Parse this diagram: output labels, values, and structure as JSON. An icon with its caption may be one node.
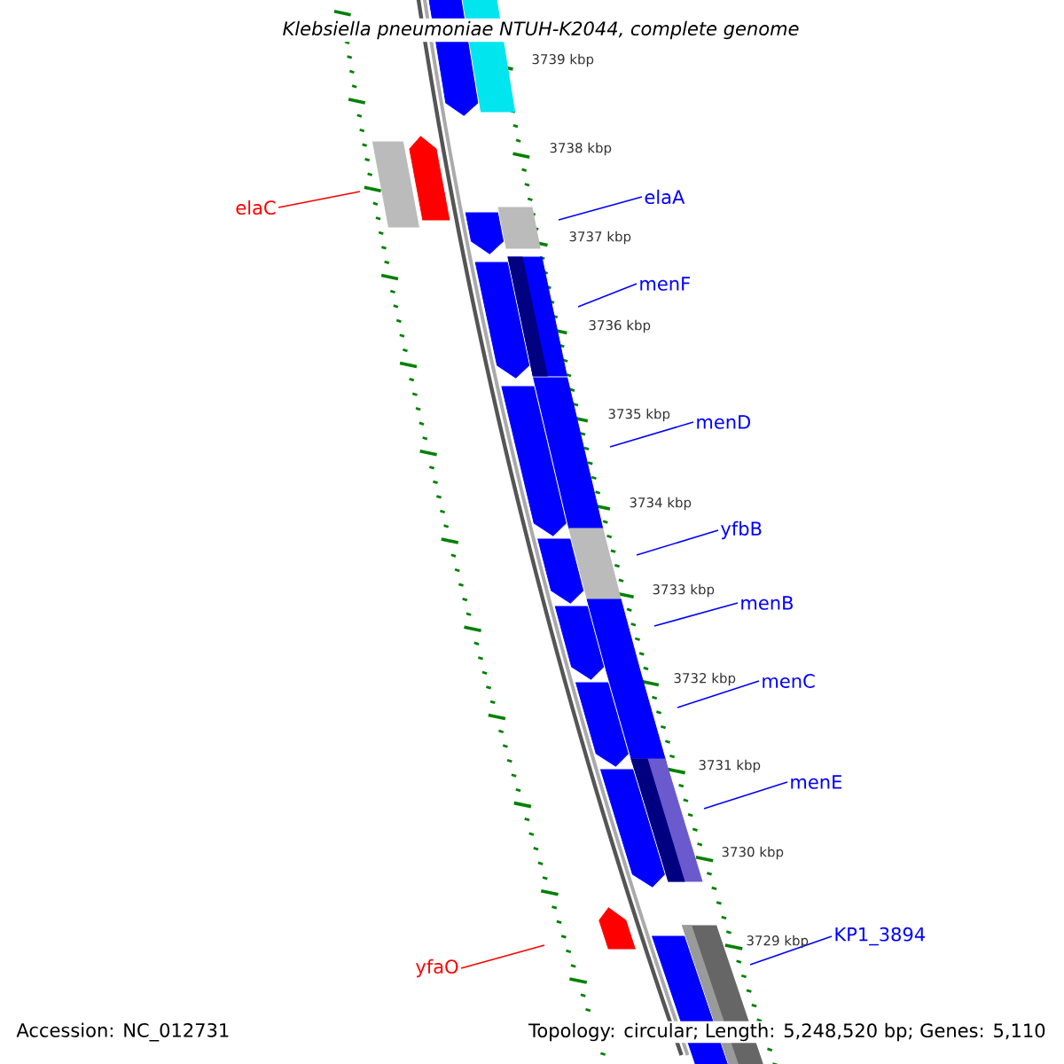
{
  "diagram": {
    "title": "Klebsiella pneumoniae NTUH-K2044, complete genome",
    "nodes": [
      {
        "text": [
          "elaC"
        ]
      },
      {
        "text": [
          "elaA"
        ]
      },
      {
        "text": [
          "menF"
        ]
      },
      {
        "text": [
          "menD"
        ]
      },
      {
        "text": [
          "yfbB"
        ]
      },
      {
        "text": [
          "menB"
        ]
      },
      {
        "text": [
          "menC"
        ]
      },
      {
        "text": [
          "menE"
        ]
      },
      {
        "text": [
          "KP1_3894"
        ]
      },
      {
        "text": [
          "yfaO"
        ]
      }
    ],
    "edges": [
      {
        "from": 0,
        "to": null,
        "arrow": "none",
        "color": "#ff0000"
      },
      {
        "from": 1,
        "to": null,
        "arrow": "none"
      },
      {
        "from": 2,
        "to": null,
        "arrow": "none"
      },
      {
        "from": 3,
        "to": null,
        "arrow": "none"
      },
      {
        "from": 4,
        "to": null,
        "arrow": "none"
      },
      {
        "from": 5,
        "to": null,
        "arrow": "none"
      },
      {
        "from": 6,
        "to": null,
        "arrow": "none"
      },
      {
        "from": 7,
        "to": null,
        "arrow": "none"
      },
      {
        "from": 8,
        "to": null,
        "arrow": "none"
      },
      {
        "from": 9,
        "to": null,
        "arrow": "none",
        "color": "#ff0000"
      }
    ],
    "labels": [
      "3739 kbp",
      "3738 kbp",
      "3737 kbp",
      "3736 kbp",
      "3735 kbp",
      "3734 kbp",
      "3733 kbp",
      "3732 kbp",
      "3731 kbp",
      "3730 kbp",
      "3729 kbp",
      "Accession: NC_012731",
      "Topology: circular; Length: 5,248,520 bp; Genes: 5,110"
    ]
  }
}
